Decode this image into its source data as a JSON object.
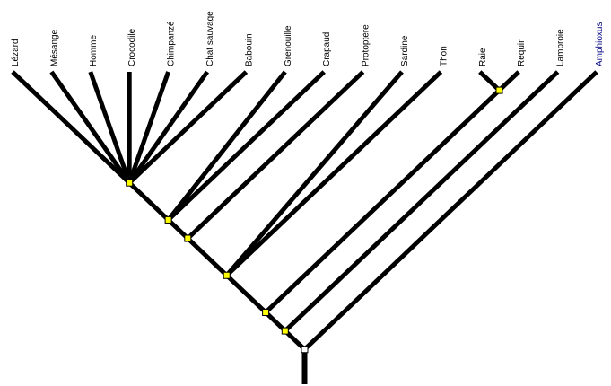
{
  "tree": {
    "colors": {
      "branch": "#000000",
      "node": "#ffff00",
      "root_node": "#ffffff",
      "label": "#000000",
      "highlight_label": "#000080"
    },
    "taxa": [
      {
        "id": "lezard",
        "label": "Lézard",
        "highlight": false
      },
      {
        "id": "mesange",
        "label": "Mésange",
        "highlight": false
      },
      {
        "id": "homme",
        "label": "Homme",
        "highlight": false
      },
      {
        "id": "crocodile",
        "label": "Crocodile",
        "highlight": false
      },
      {
        "id": "chimpanze",
        "label": "Chimpanzé",
        "highlight": false
      },
      {
        "id": "chat-sauvage",
        "label": "Chat sauvage",
        "highlight": false
      },
      {
        "id": "babouin",
        "label": "Babouin",
        "highlight": false
      },
      {
        "id": "grenouille",
        "label": "Grenouille",
        "highlight": false
      },
      {
        "id": "crapaud",
        "label": "Crapaud",
        "highlight": false
      },
      {
        "id": "protoptere",
        "label": "Protoptère",
        "highlight": false
      },
      {
        "id": "sardine",
        "label": "Sardine",
        "highlight": false
      },
      {
        "id": "thon",
        "label": "Thon",
        "highlight": false
      },
      {
        "id": "raie",
        "label": "Raie",
        "highlight": false
      },
      {
        "id": "requin",
        "label": "Requin",
        "highlight": false
      },
      {
        "id": "lamproie",
        "label": "Lamproie",
        "highlight": false
      },
      {
        "id": "amphioxus",
        "label": "Amphioxus",
        "highlight": true
      }
    ],
    "nodes": [
      {
        "id": "n-tetrapods",
        "children": [
          "lezard",
          "mesange",
          "homme",
          "crocodile",
          "chimpanze",
          "chat-sauvage",
          "babouin"
        ]
      },
      {
        "id": "n-amphibians",
        "children": [
          "n-tetrapods",
          "grenouille",
          "crapaud"
        ]
      },
      {
        "id": "n-sarcopterygii",
        "children": [
          "n-amphibians",
          "protoptere"
        ]
      },
      {
        "id": "n-osteichthyes",
        "children": [
          "n-sarcopterygii",
          "sardine",
          "thon"
        ]
      },
      {
        "id": "n-chondrichthyes",
        "children": [
          "raie",
          "requin"
        ]
      },
      {
        "id": "n-gnathostomes",
        "children": [
          "n-osteichthyes",
          "n-chondrichthyes"
        ]
      },
      {
        "id": "n-vertebrates",
        "children": [
          "n-gnathostomes",
          "lamproie"
        ]
      },
      {
        "id": "n-root",
        "children": [
          "n-vertebrates",
          "amphioxus"
        ],
        "is_root": true
      }
    ]
  }
}
